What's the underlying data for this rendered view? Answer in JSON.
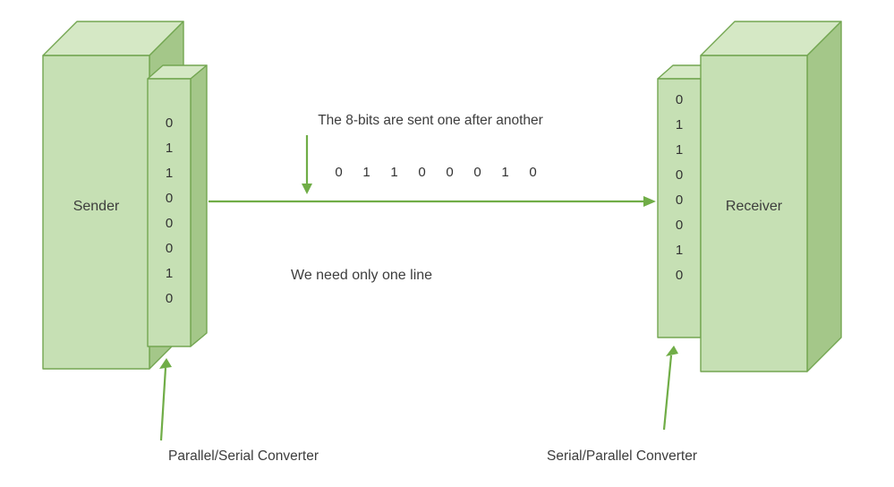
{
  "diagram": {
    "heading": "The 8-bits are sent one after another",
    "note": "We need only one line"
  },
  "sender": {
    "label": "Sender",
    "bits": [
      "0",
      "1",
      "1",
      "0",
      "0",
      "0",
      "1",
      "0"
    ],
    "converter_label": "Parallel/Serial Converter"
  },
  "receiver": {
    "label": "Receiver",
    "bits": [
      "0",
      "1",
      "1",
      "0",
      "0",
      "0",
      "1",
      "0"
    ],
    "converter_label": "Serial/Parallel Converter"
  },
  "serial_bits": [
    "0",
    "1",
    "1",
    "0",
    "0",
    "0",
    "1",
    "0"
  ],
  "colors": {
    "box_front": "#c6e0b4",
    "box_top": "#d5e8c5",
    "box_side": "#a4c789",
    "box_outline": "#73a651",
    "arrow_green": "#70ad47",
    "text": "#3d3d3d"
  }
}
